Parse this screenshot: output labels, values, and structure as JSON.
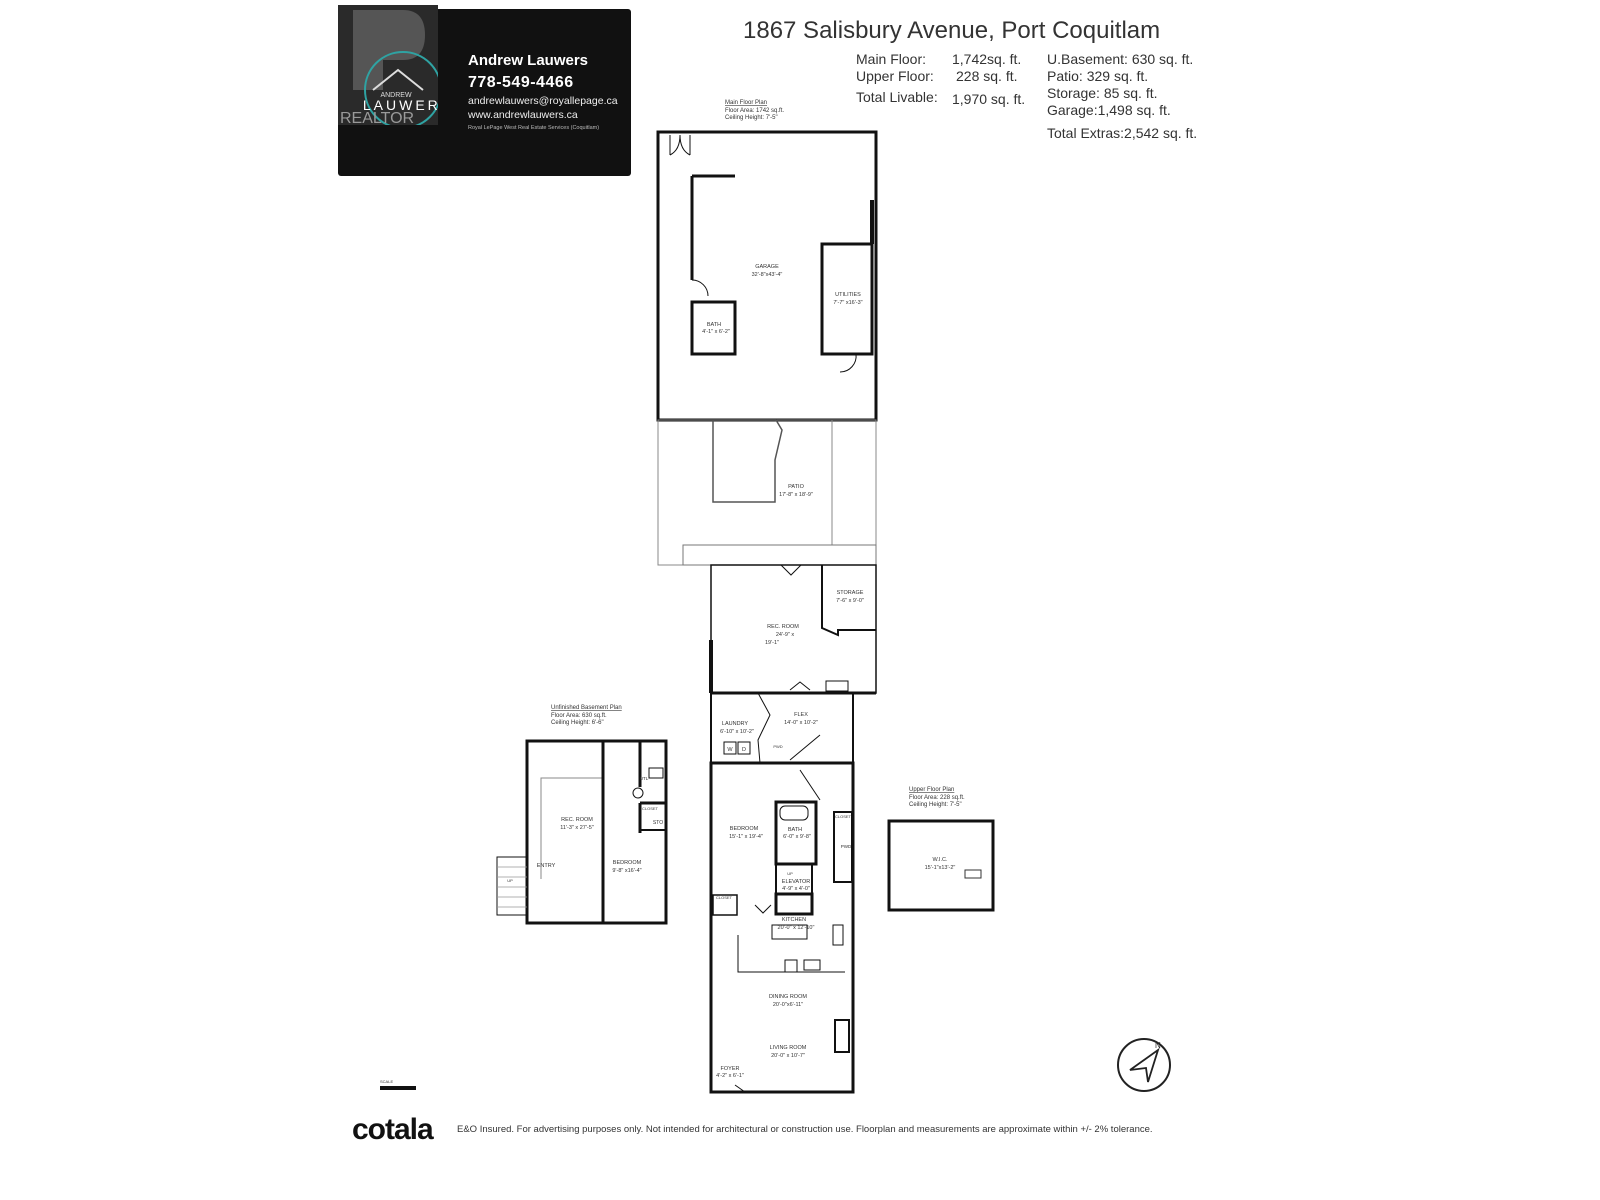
{
  "agent_card": {
    "logo_text_top": "ANDREW",
    "logo_text_main": "LAUWERS",
    "logo_text_realtor": "REALTOR",
    "name": "Andrew Lauwers",
    "phone": "778-549-4466",
    "email": "andrewlauwers@royallepage.ca",
    "website": "www.andrewlauwers.ca",
    "brokerage": "Royal LePage West Real Estate Services (Coquitlam)"
  },
  "header": {
    "address": "1867 Salisbury Avenue, Port Coquitlam",
    "main_floor_label": "Main Floor:",
    "main_floor_value": "1,742sq. ft.",
    "upper_floor_label": "Upper Floor:",
    "upper_floor_value": "228  sq. ft.",
    "total_livable_label": "Total Livable:",
    "total_livable_value": "1,970 sq. ft.",
    "u_basement": "U.Basement: 630 sq. ft.",
    "patio": "Patio: 329 sq. ft.",
    "storage": "Storage: 85 sq. ft.",
    "garage": "Garage:1,498 sq. ft.",
    "total_extras": "Total Extras:2,542 sq. ft."
  },
  "main_plan": {
    "title": "Main Floor Plan",
    "area": "Floor Area: 1742 sq.ft.",
    "ceiling": "Ceiling Height: 7'-5\"",
    "rooms": {
      "garage": {
        "name": "GARAGE",
        "dims": "32'-8\"x43'-4\""
      },
      "utilities": {
        "name": "UTILITIES",
        "dims": "7'-7\" x16'-3\""
      },
      "garage_bath": {
        "name": "BATH",
        "dims": "4'-1\" x 6'-2\""
      },
      "patio": {
        "name": "PATIO",
        "dims": "17'-8\" x 18'-9\""
      },
      "rec_room": {
        "name": "REC. ROOM",
        "dims1": "24'-9\"      x",
        "dims2": "19'-1\""
      },
      "storage": {
        "name": "STORAGE",
        "dims": "7'-6\" x 9'-0\""
      },
      "laundry": {
        "name": "LAUNDRY",
        "dims": "6'-10\" x 10'-2\""
      },
      "flex": {
        "name": "FLEX",
        "dims": "14'-0\" x 10'-2\""
      },
      "pwd1": {
        "name": "PWD"
      },
      "bedroom": {
        "name": "BEDROOM",
        "dims": "15'-1\" x 19'-4\""
      },
      "bath": {
        "name": "BATH",
        "dims": "6'-0\" x 9'-8\""
      },
      "elevator": {
        "name": "ELEVATOR",
        "dims": "4'-9\" x 4'-0\"",
        "up": "UP"
      },
      "closet": {
        "name": "CLOSET"
      },
      "closet2": {
        "name": "CLOSET"
      },
      "pwd2": {
        "name": "PWD"
      },
      "kitchen": {
        "name": "KITCHEN",
        "dims": "20'-0\" x 12'-10\""
      },
      "dining_room": {
        "name": "DINING ROOM",
        "dims": "20'-0\"x6'-11\""
      },
      "living_room": {
        "name": "LIVING ROOM",
        "dims": "20'-0\" x 10'-7\""
      },
      "foyer": {
        "name": "FOYER",
        "dims": "4'-2\" x 6'-1\""
      },
      "laundry_w": "W",
      "laundry_d": "D"
    }
  },
  "basement_plan": {
    "title": "Unfinished Basement Plan",
    "area": "Floor Area: 630 sq.ft.",
    "ceiling": "Ceiling Height: 6'-6\"",
    "rooms": {
      "rec_room": {
        "name": "REC. ROOM",
        "dims": "11'-3\" x 27'-5\""
      },
      "bedroom": {
        "name": "BEDROOM",
        "dims": "9'-8\" x16'-4\""
      },
      "utl": "UTL",
      "closet": "CLOSET",
      "sto": "STO",
      "entry": "ENTRY",
      "up": "UP"
    }
  },
  "upper_plan": {
    "title": "Upper Floor Plan",
    "area": "Floor Area: 228 sq.ft.",
    "ceiling": "Ceiling Height: 7'-5\"",
    "rooms": {
      "wic": {
        "name": "W.I.C.",
        "dims": "15'-1\"x13'-2\""
      }
    }
  },
  "scale_label": "SCALE",
  "footer": {
    "brand": "cotala",
    "disclaimer": "E&O Insured. For advertising purposes only. Not intended for architectural or construction use. Floorplan and measurements are approximate within +/- 2% tolerance."
  }
}
